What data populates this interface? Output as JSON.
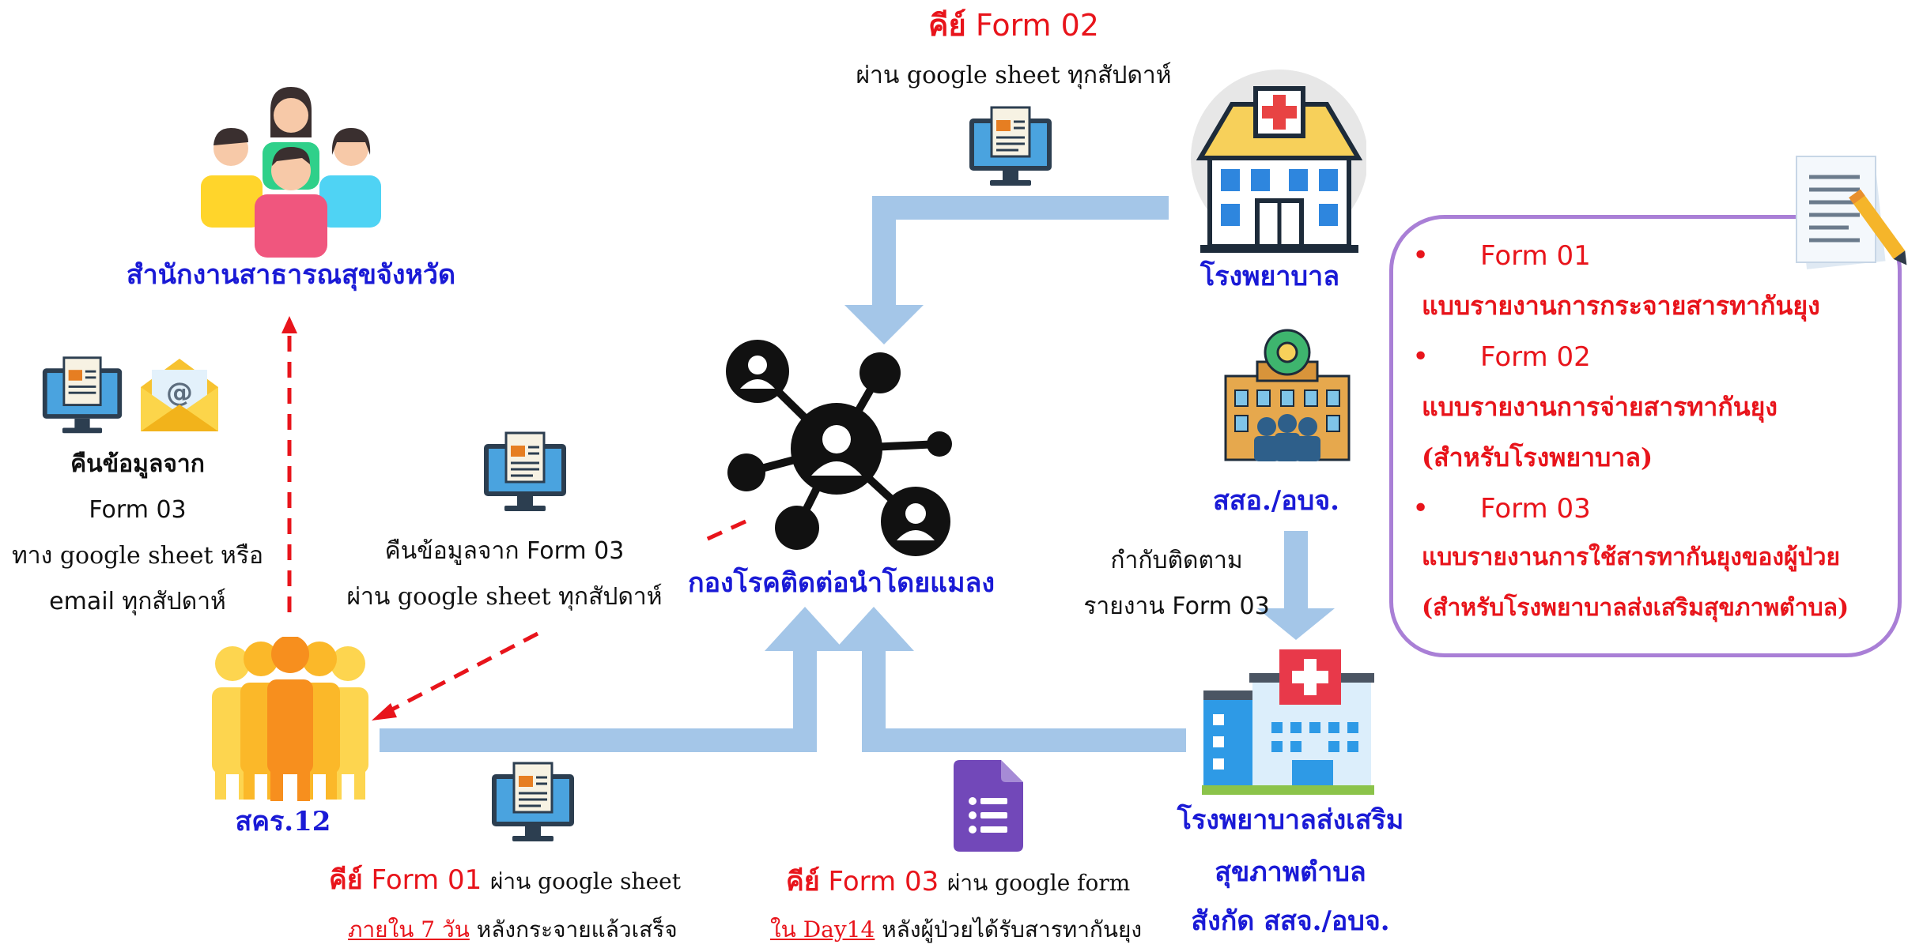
{
  "top": {
    "form02_prefix": "คีย์",
    "form02_title": "Form 02",
    "form02_sub": "ผ่าน google sheet ทุกสัปดาห์"
  },
  "nodes": {
    "provincial_office": "สำนักงานสาธารณสุขจังหวัด",
    "hospital": "โรงพยาบาล",
    "district_office": "สสอ./อบจ.",
    "vector_division": "กองโรคติดต่อนำโดยแมลง",
    "odpc12": "สคร.12",
    "sub_hospital_l1": "โรงพยาบาลส่งเสริม",
    "sub_hospital_l2": "สุขภาพตำบล",
    "sub_hospital_l3": "สังกัด สสจ./อบจ."
  },
  "labels": {
    "return_left_l1": "คืนข้อมูลจาก",
    "return_left_l2": "Form 03",
    "return_left_l3": "ทาง google sheet หรือ",
    "return_left_l4": "email ทุกสัปดาห์",
    "return_mid_l1": "คืนข้อมูลจาก Form 03",
    "return_mid_l2": "ผ่าน google sheet ทุกสัปดาห์",
    "monitor_l1": "กำกับติดตาม",
    "monitor_l2": "รายงาน Form 03",
    "form01_prefix": "คีย์",
    "form01_title": "Form 01",
    "form01_tail": "ผ่าน google sheet",
    "form01_deadline": "ภายใน 7 วัน",
    "form01_after": "หลังกระจายแล้วเสร็จ",
    "form03_prefix": "คีย์",
    "form03_title": "Form 03",
    "form03_tail": "ผ่าน google form",
    "form03_deadline": "ใน Day14",
    "form03_after": "หลังผู้ป่วยได้รับสารทากันยุง"
  },
  "legend": {
    "bullet": "•",
    "items": [
      {
        "code": "Form 01",
        "desc": [
          "แบบรายงานการกระจายสารทากันยุง"
        ]
      },
      {
        "code": "Form 02",
        "desc": [
          "แบบรายงานการจ่ายสารทากันยุง",
          "(สำหรับโรงพยาบาล)"
        ]
      },
      {
        "code": "Form 03",
        "desc": [
          "แบบรายงานการใช้สารทากันยุงของผู้ป่วย",
          "(สำหรับโรงพยาบาลส่งเสริมสุขภาพตำบล)"
        ]
      }
    ]
  },
  "colors": {
    "node_text": "#1a1ad6",
    "form_red": "#e8141b",
    "flow_arrow": "#a4c6e8",
    "dashed_arrow": "#e8141b",
    "legend_border": "#a97fd6"
  }
}
